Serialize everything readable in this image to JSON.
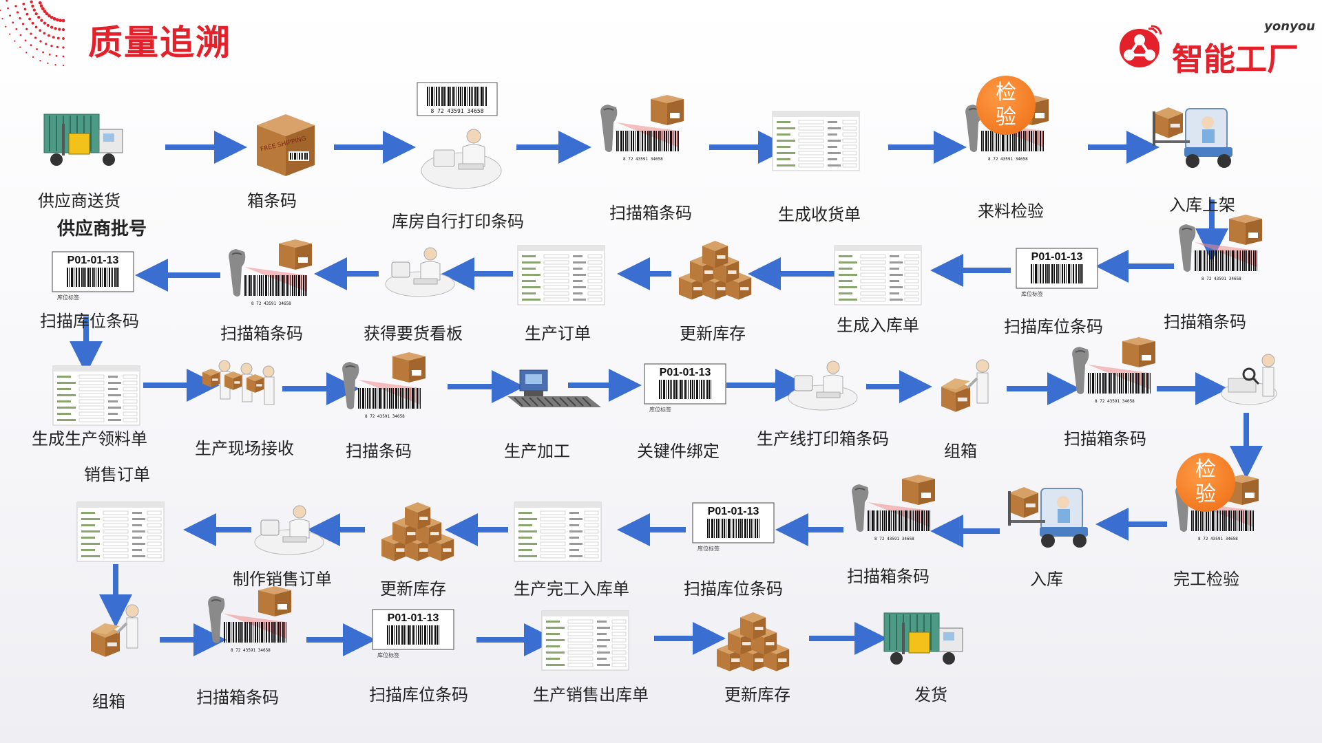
{
  "title": "质量追溯",
  "brand": {
    "small": "yonyou",
    "name": "智能工厂"
  },
  "colors": {
    "accent": "#e4202b",
    "arrow": "#3a6fd1",
    "badge": "#ec6c12"
  },
  "extra_labels": {
    "supplier_batch": "供应商批号",
    "sales_order": "销售订单"
  },
  "icon_texts": {
    "location_code": "P01-01-13",
    "location_tag": "库位标签",
    "barcode_digits": "8 72 43591 34658",
    "box_stamp": "FREE SHIPPING",
    "inspect_badge": [
      "检",
      "验"
    ]
  },
  "steps": [
    {
      "id": "s1",
      "label": "供应商送货",
      "icon": "truck-forklift-icon"
    },
    {
      "id": "s2",
      "label": "箱条码",
      "icon": "shipping-box-icon"
    },
    {
      "id": "s3",
      "label": "库房自行打印条码",
      "icon": "print-barcode-icon"
    },
    {
      "id": "s4",
      "label": "扫描箱条码",
      "icon": "scan-box-icon"
    },
    {
      "id": "s5",
      "label": "生成收货单",
      "icon": "document-form-icon"
    },
    {
      "id": "s6",
      "label": "来料检验",
      "icon": "inspection-scan-icon"
    },
    {
      "id": "s7",
      "label": "入库上架",
      "icon": "forklift-icon"
    },
    {
      "id": "s8",
      "label": "扫描箱条码",
      "icon": "scan-box-icon"
    },
    {
      "id": "s9",
      "label": "扫描库位条码",
      "icon": "location-label-icon"
    },
    {
      "id": "s10",
      "label": "生成入库单",
      "icon": "document-form-icon"
    },
    {
      "id": "s11",
      "label": "更新库存",
      "icon": "box-stack-icon"
    },
    {
      "id": "s12",
      "label": "生产订单",
      "icon": "document-form-icon"
    },
    {
      "id": "s13",
      "label": "获得要货看板",
      "icon": "workstation-icon"
    },
    {
      "id": "s14",
      "label": "扫描箱条码",
      "icon": "scan-box-icon"
    },
    {
      "id": "s15",
      "label": "扫描库位条码",
      "icon": "location-label-icon"
    },
    {
      "id": "s16",
      "label": "生成生产领料单",
      "icon": "document-form-icon"
    },
    {
      "id": "s17",
      "label": "生产现场接收",
      "icon": "workers-boxes-icon"
    },
    {
      "id": "s18",
      "label": "扫描条码",
      "icon": "scan-box-icon"
    },
    {
      "id": "s19",
      "label": "生产加工",
      "icon": "conveyor-machine-icon"
    },
    {
      "id": "s20",
      "label": "关键件绑定",
      "icon": "location-label-icon"
    },
    {
      "id": "s21",
      "label": "生产线打印箱条码",
      "icon": "workstation-icon"
    },
    {
      "id": "s22",
      "label": "组箱",
      "icon": "packing-worker-icon"
    },
    {
      "id": "s23",
      "label": "扫描箱条码",
      "icon": "scan-box-icon"
    },
    {
      "id": "s24",
      "label": "",
      "icon": "quality-inspector-icon"
    },
    {
      "id": "s25",
      "label": "完工检验",
      "icon": "inspection-scan-icon"
    },
    {
      "id": "s26",
      "label": "入库",
      "icon": "forklift-icon"
    },
    {
      "id": "s27",
      "label": "扫描箱条码",
      "icon": "scan-box-icon"
    },
    {
      "id": "s28",
      "label": "扫描库位条码",
      "icon": "location-label-icon"
    },
    {
      "id": "s29",
      "label": "生产完工入库单",
      "icon": "document-form-icon"
    },
    {
      "id": "s30",
      "label": "更新库存",
      "icon": "box-stack-icon"
    },
    {
      "id": "s31",
      "label": "制作销售订单",
      "icon": "workstation-icon"
    },
    {
      "id": "s32",
      "label": "",
      "icon": "document-form-icon"
    },
    {
      "id": "s33",
      "label": "组箱",
      "icon": "packing-worker-icon"
    },
    {
      "id": "s34",
      "label": "扫描箱条码",
      "icon": "scan-box-icon"
    },
    {
      "id": "s35",
      "label": "扫描库位条码",
      "icon": "location-label-icon"
    },
    {
      "id": "s36",
      "label": "生产销售出库单",
      "icon": "document-form-icon"
    },
    {
      "id": "s37",
      "label": "更新库存",
      "icon": "box-stack-icon"
    },
    {
      "id": "s38",
      "label": "发货",
      "icon": "truck-forklift-icon"
    }
  ]
}
